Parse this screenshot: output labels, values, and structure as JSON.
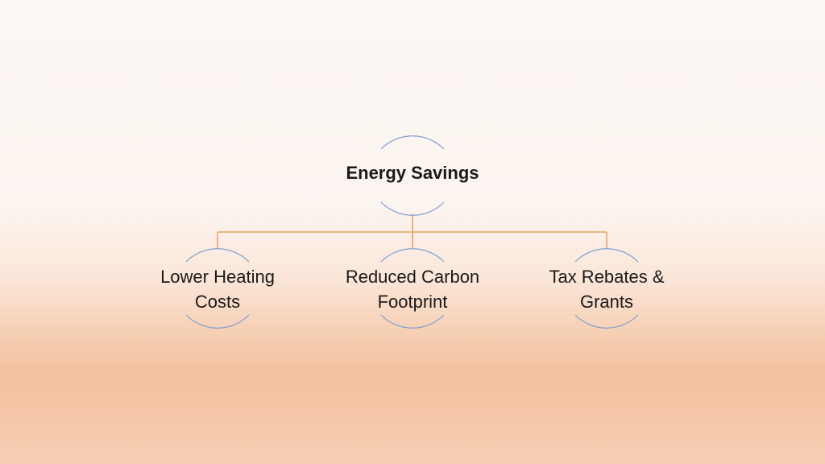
{
  "diagram": {
    "root": {
      "label": "Energy Savings"
    },
    "children": [
      {
        "line1": "Lower Heating",
        "line2": "Costs"
      },
      {
        "line1": "Reduced Carbon",
        "line2": "Footprint"
      },
      {
        "line1": "Tax Rebates &",
        "line2": "Grants"
      }
    ]
  },
  "colors": {
    "connector": "#e0a060",
    "arc": "#7f9fcf"
  }
}
